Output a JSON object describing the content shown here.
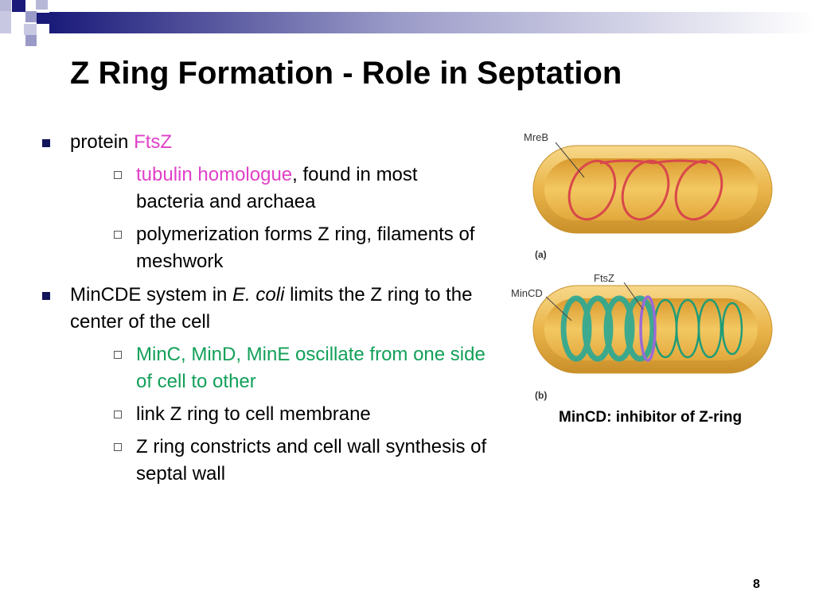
{
  "slide": {
    "title": "Z Ring Formation - Role in Septation",
    "page_number": "8"
  },
  "bullets": [
    {
      "prefix": "protein ",
      "highlight": "FtsZ",
      "subs": [
        {
          "highlight": "tubulin homologue",
          "rest": ", found in most bacteria and archaea"
        },
        {
          "text": "polymerization forms Z ring, filaments of meshwork"
        }
      ]
    },
    {
      "prefix": "MinCDE system in ",
      "italic": "E. coli",
      "suffix": " limits the Z ring to the center of the cell",
      "subs": [
        {
          "highlight": "MinC, MinD, MinE oscillate from one side of cell to other"
        },
        {
          "text": "link Z ring to cell membrane"
        },
        {
          "text": "Z ring constricts and cell wall synthesis of septal wall"
        }
      ]
    }
  ],
  "figure": {
    "label_mreb": "MreB",
    "label_a": "(a)",
    "label_ftsz": "FtsZ",
    "label_mincd": "MinCD",
    "label_b": "(b)",
    "caption": "MinCD: inhibitor of Z-ring"
  },
  "colors": {
    "title_text": "#000000",
    "bullet_square": "#14145c",
    "pink_highlight": "#e040c8",
    "green_highlight": "#12a059",
    "corner_blue": "#1a1a7a",
    "cell_gold": "#eab54a",
    "mreb_red": "#d8484a",
    "mincd_teal": "#2aa894",
    "ftsz_purple": "#9a6ad6"
  }
}
